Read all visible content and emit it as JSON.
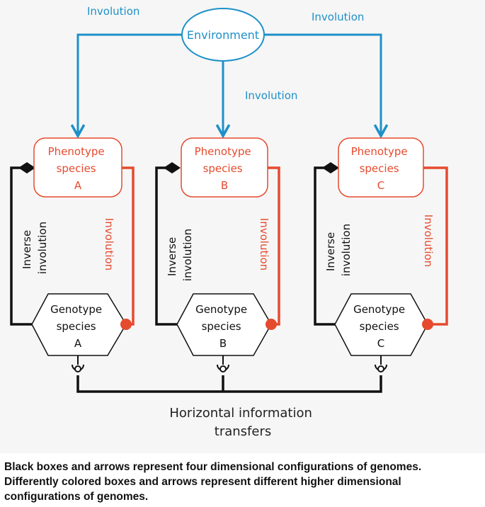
{
  "colors": {
    "environment": "#1e90c8",
    "phenotype": "#e64a2e",
    "genotype": "#111111",
    "background": "#f6f6f6"
  },
  "environment": {
    "label": "Environment"
  },
  "involution_labels": {
    "left": "Involution",
    "right": "Involution",
    "center": "Involution"
  },
  "columns": [
    {
      "id": "A",
      "phenotype": [
        "Phenotype",
        "species",
        "A"
      ],
      "genotype": [
        "Genotype",
        "species",
        "A"
      ],
      "inverse": [
        "Inverse",
        "involution"
      ],
      "involution": "Involution"
    },
    {
      "id": "B",
      "phenotype": [
        "Phenotype",
        "species",
        "B"
      ],
      "genotype": [
        "Genotype",
        "species",
        "B"
      ],
      "inverse": [
        "Inverse",
        "involution"
      ],
      "involution": "Involution"
    },
    {
      "id": "C",
      "phenotype": [
        "Phenotype",
        "species",
        "C"
      ],
      "genotype": [
        "Genotype",
        "species",
        "C"
      ],
      "inverse": [
        "Inverse",
        "involution"
      ],
      "involution": "Involution"
    }
  ],
  "horizontal_transfer": [
    "Horizontal information",
    "transfers"
  ],
  "caption": [
    "Black boxes and arrows represent four dimensional configurations of genomes.",
    "Differently colored boxes and arrows represent different higher dimensional",
    "configurations of genomes."
  ]
}
